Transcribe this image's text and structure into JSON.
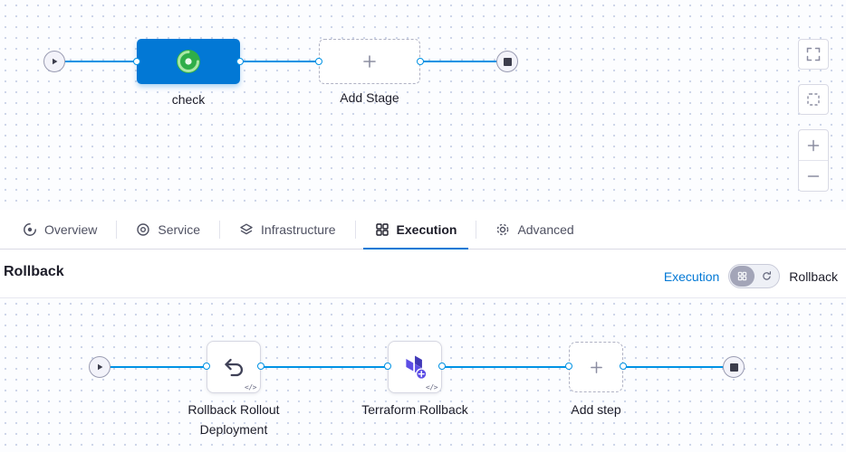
{
  "stage_canvas": {
    "stage_label": "check",
    "add_stage_label": "Add Stage"
  },
  "tabs": {
    "overview": "Overview",
    "service": "Service",
    "infrastructure": "Infrastructure",
    "execution": "Execution",
    "advanced": "Advanced"
  },
  "rollback_section": {
    "title": "Rollback",
    "left_toggle_label": "Execution",
    "right_toggle_label": "Rollback"
  },
  "execution_canvas": {
    "step1_label": "Rollback Rollout Deployment",
    "step2_label": "Terraform Rollback",
    "add_step_label": "Add step",
    "code_icon_glyph": "</>"
  },
  "colors": {
    "accent_blue": "#0278d5",
    "edge_blue": "#0092e4",
    "harness_green": "#2fae49",
    "terraform_indigo": "#5c4ee5"
  }
}
